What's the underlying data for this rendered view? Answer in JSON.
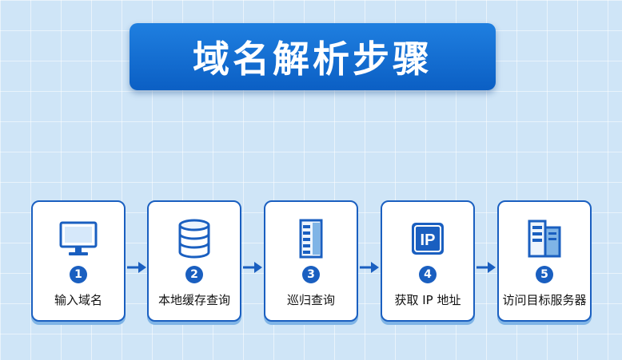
{
  "title": "域名解析步骤",
  "steps": [
    {
      "number": "1",
      "label": "输入域名",
      "icon": "monitor-icon"
    },
    {
      "number": "2",
      "label": "本地缓存查询",
      "icon": "database-icon"
    },
    {
      "number": "3",
      "label": "巡归查询",
      "icon": "server-icon"
    },
    {
      "number": "4",
      "label": "获取 IP 地址",
      "icon": "ip-icon",
      "icon_text": "IP"
    },
    {
      "number": "5",
      "label": "访问目标服务器",
      "icon": "server-tower-icon"
    }
  ],
  "colors": {
    "accent": "#1a5fc0",
    "banner": "#0b5fc4",
    "background": "#cfe5f7"
  }
}
